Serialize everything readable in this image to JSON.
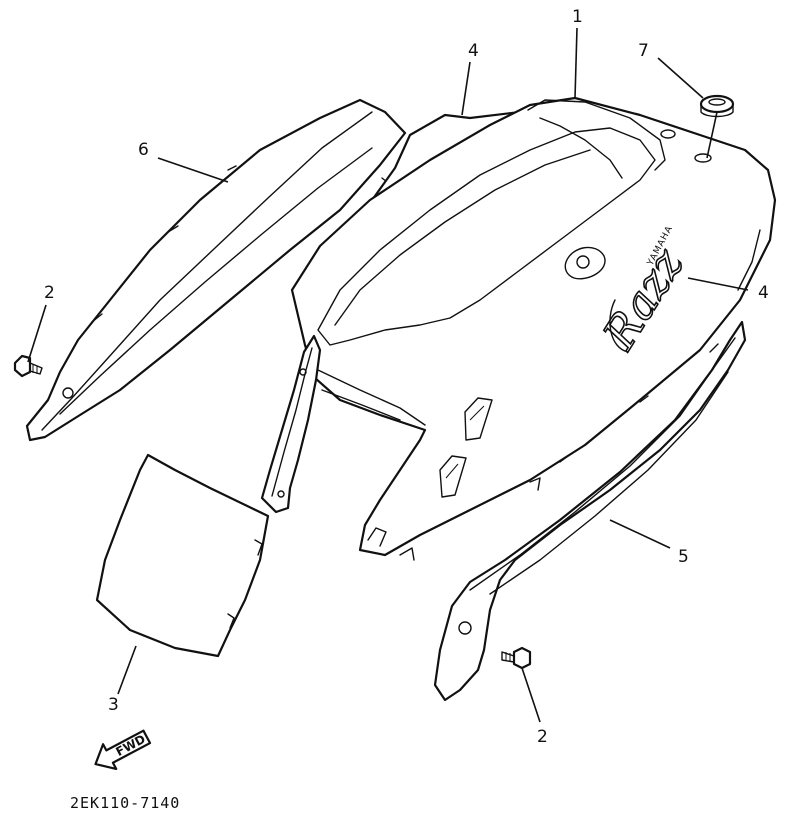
{
  "callouts": {
    "c1": "1",
    "c2a": "2",
    "c2b": "2",
    "c3": "3",
    "c4a": "4",
    "c4b": "4",
    "c5": "5",
    "c6": "6",
    "c7": "7"
  },
  "brand_text": "YAMAHA",
  "logo_text": "Razz",
  "direction_label": "FWD",
  "diagram_code": "2EK110-7140"
}
